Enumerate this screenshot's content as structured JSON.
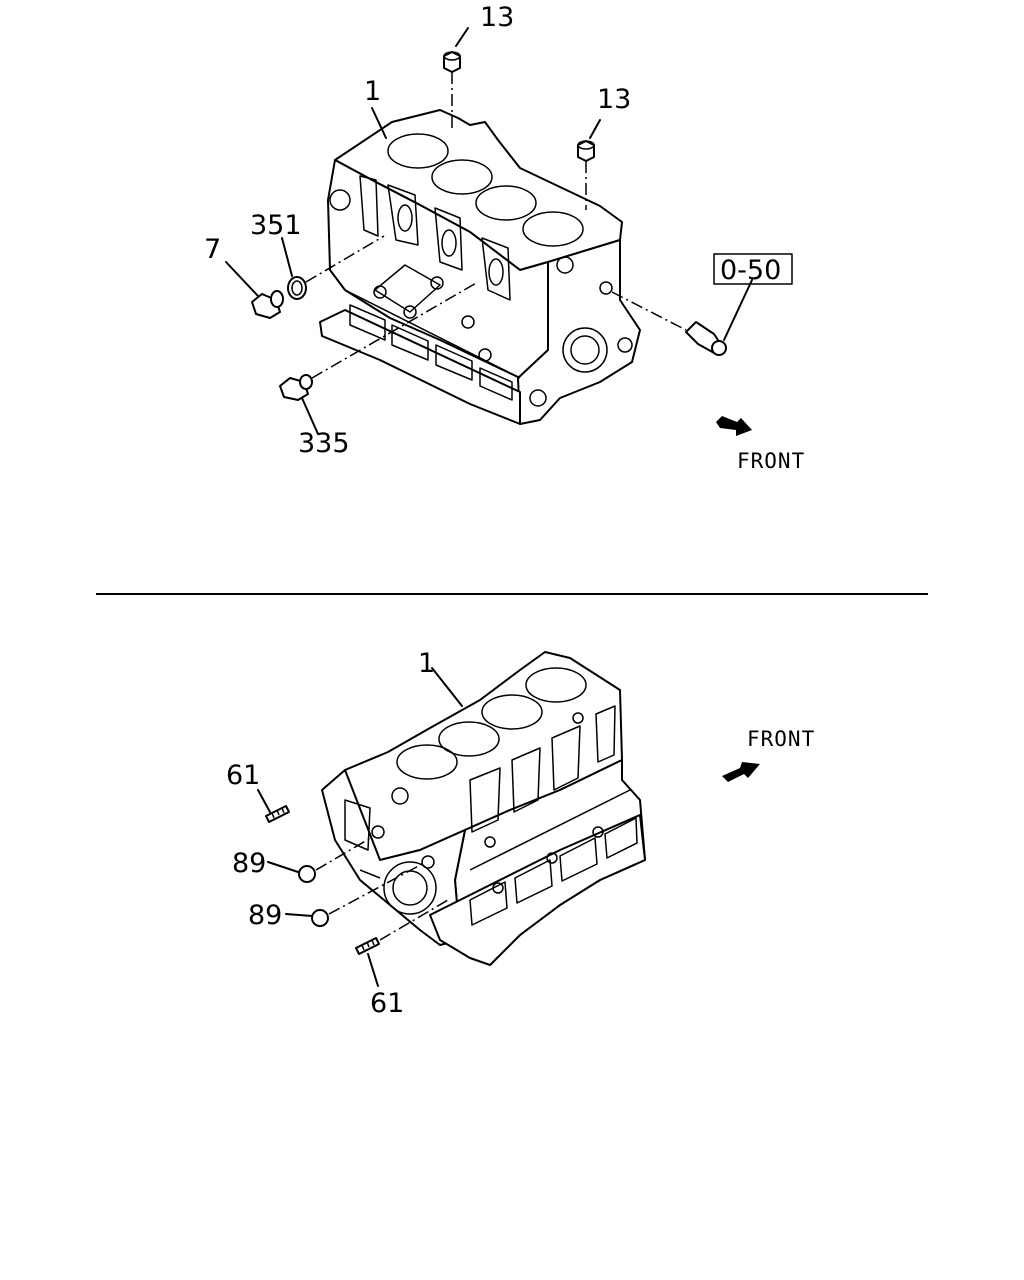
{
  "figure_top": {
    "callouts": {
      "c13a": "13",
      "c13b": "13",
      "c1": "1",
      "c351": "351",
      "c7": "7",
      "c050": "0-50",
      "c335": "335"
    },
    "front_label": "FRONT"
  },
  "figure_bottom": {
    "callouts": {
      "c1": "1",
      "c61a": "61",
      "c89a": "89",
      "c89b": "89",
      "c61b": "61"
    },
    "front_label": "FRONT"
  }
}
